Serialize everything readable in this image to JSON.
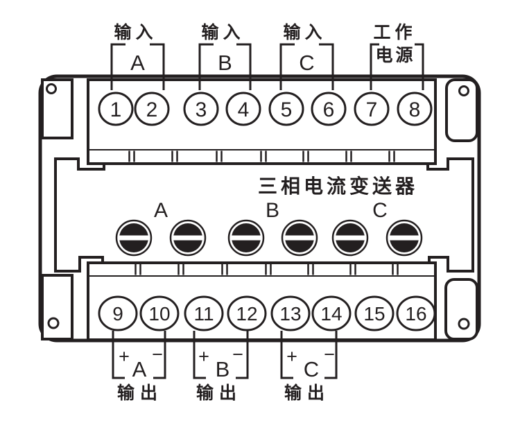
{
  "colors": {
    "ink": "#231f20",
    "paper": "#ffffff"
  },
  "title": "三相电流变送器",
  "top_terminals": [
    "1",
    "2",
    "3",
    "4",
    "5",
    "6",
    "7",
    "8"
  ],
  "bottom_terminals": [
    "9",
    "10",
    "11",
    "12",
    "13",
    "14",
    "15",
    "16"
  ],
  "input_groups": [
    {
      "label": "输入",
      "phase": "A"
    },
    {
      "label": "输入",
      "phase": "B"
    },
    {
      "label": "输入",
      "phase": "C"
    }
  ],
  "power_group": {
    "label_line1": "工作",
    "label_line2": "电源"
  },
  "adjuster_phases": [
    "A",
    "B",
    "C"
  ],
  "output_groups": [
    {
      "plus": "+",
      "phase": "A",
      "minus": "−",
      "label": "输出"
    },
    {
      "plus": "+",
      "phase": "B",
      "minus": "−",
      "label": "输出"
    },
    {
      "plus": "+",
      "phase": "C",
      "minus": "−",
      "label": "输出"
    }
  ]
}
